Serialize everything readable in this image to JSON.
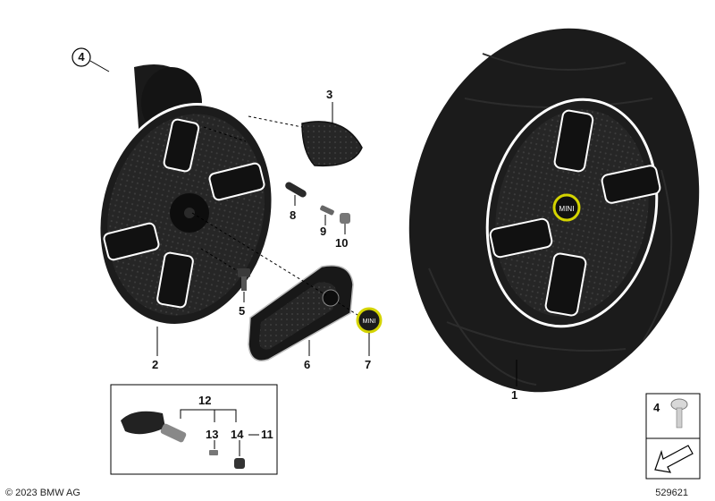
{
  "callouts": {
    "c1": "1",
    "c2": "2",
    "c3": "3",
    "c4": "4",
    "c5": "5",
    "c6": "6",
    "c7": "7",
    "c8": "8",
    "c9": "9",
    "c10": "10",
    "c11": "11",
    "c12": "12",
    "c13": "13",
    "c14": "14",
    "c4_box": "4"
  },
  "cap_text": "MINI",
  "footer": {
    "copyright": "© 2023 BMW AG",
    "diagram_id": "529621"
  },
  "colors": {
    "rubber": "#1c1c1c",
    "rim_edge": "#ffffff",
    "cap_ring": "#d4d400",
    "line": "#000000"
  },
  "icons": [
    "screw-icon",
    "arrow-left-icon"
  ]
}
